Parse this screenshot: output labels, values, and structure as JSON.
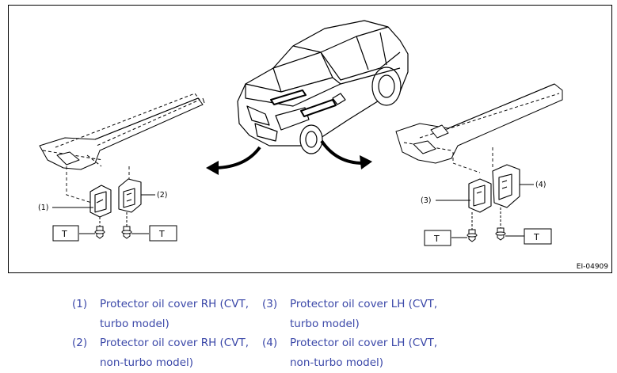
{
  "figure": {
    "code": "EI-04909",
    "callouts": [
      "(1)",
      "(2)",
      "(3)",
      "(4)"
    ],
    "torque_label": "T"
  },
  "legend": [
    {
      "num": "(1)",
      "line1": "Protector oil cover RH (CVT,",
      "line2": "turbo model)"
    },
    {
      "num": "(2)",
      "line1": "Protector oil cover RH (CVT,",
      "line2": "non-turbo model)"
    },
    {
      "num": "(3)",
      "line1": "Protector oil cover LH (CVT,",
      "line2": "turbo model)"
    },
    {
      "num": "(4)",
      "line1": "Protector oil cover LH (CVT,",
      "line2": "non-turbo model)"
    }
  ],
  "colors": {
    "legend_text": "#3a47a8",
    "line": "#000000"
  }
}
